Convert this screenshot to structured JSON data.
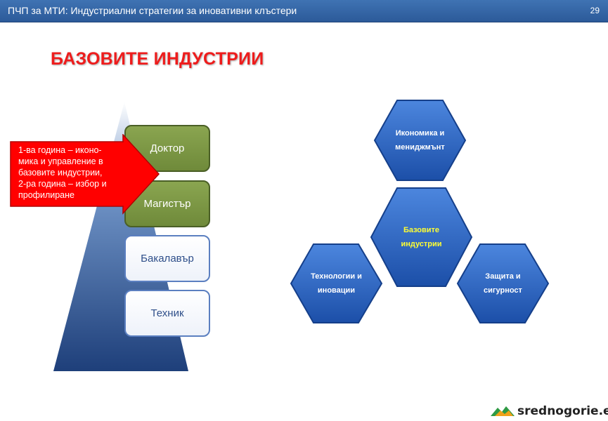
{
  "header": {
    "title": "ПЧП за МТИ: Индустриални стратегии за иновативни клъстери",
    "page_number": "29"
  },
  "slide": {
    "heading": "БАЗОВИТЕ ИНДУСТРИИ"
  },
  "pyramid": {
    "levels": [
      "Доктор",
      "Магистър",
      "Бакалавър",
      "Техник"
    ]
  },
  "callout": {
    "lines": [
      "1-ва година – иконо-",
      "мика и управление в",
      "базовите индустрии,",
      "2-ра година – избор и",
      "профилиране"
    ]
  },
  "hexagons": {
    "top": [
      "Икономика и",
      "мениджмънт"
    ],
    "center": [
      "Базовите",
      "индустрии"
    ],
    "left": [
      "Технологии и",
      "иновации"
    ],
    "right": [
      "Защита и",
      "сигурност"
    ]
  },
  "brand": {
    "name": "srednogorie.eu"
  },
  "colors": {
    "header": "#2f5e9e",
    "accent_red": "#ee1c1c",
    "hex_blue": "#2e67c7",
    "center_text": "#ffff33"
  }
}
